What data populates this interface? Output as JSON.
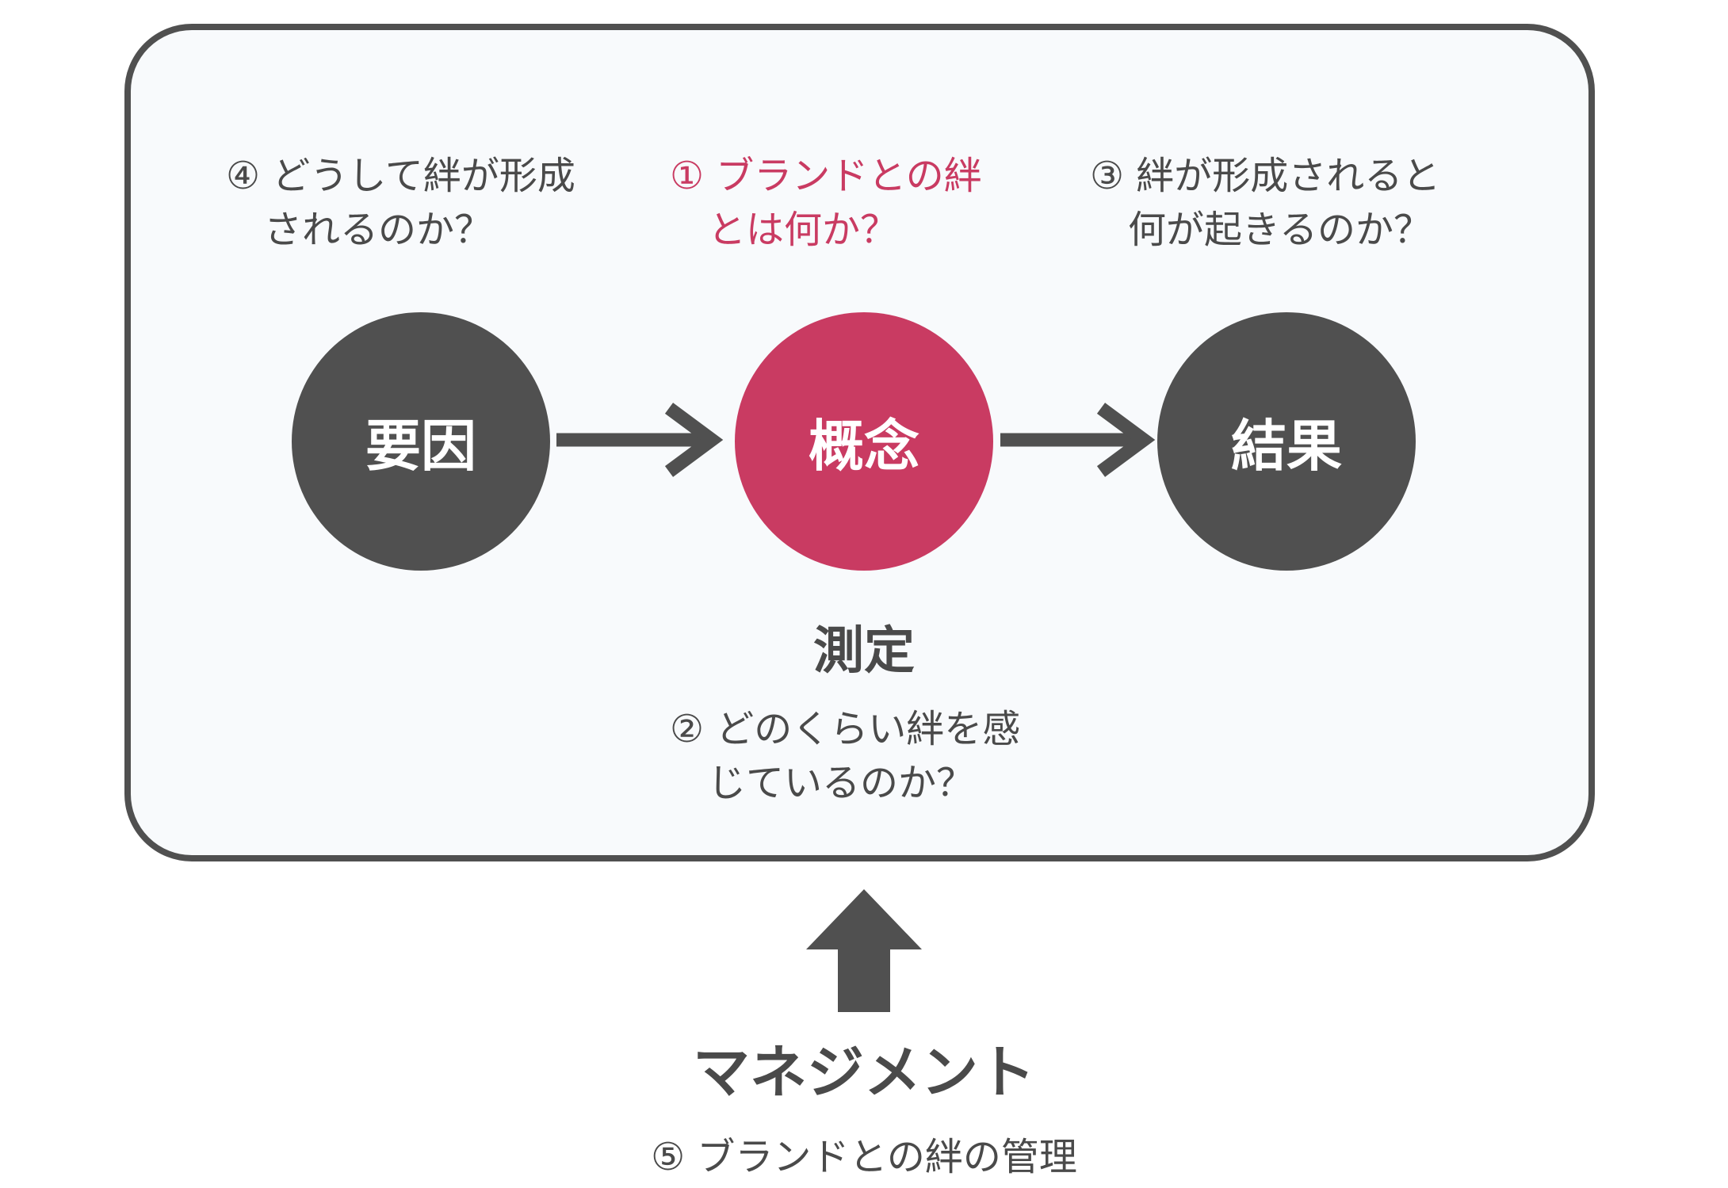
{
  "questions": {
    "q4": "④ どうして絆が形成\n　されるのか？",
    "q1": "① ブランドとの絆\n　とは何か？",
    "q3": "③ 絆が形成されると\n　何が起きるのか？",
    "q2": "② どのくらい絆を感\n　じているのか？"
  },
  "nodes": {
    "cause": "要因",
    "concept": "概念",
    "result": "結果"
  },
  "measurement": "測定",
  "management": "マネジメント",
  "management_note": "⑤ ブランドとの絆の管理",
  "colors": {
    "accent": "#c93b62",
    "dark": "#505050",
    "panel": "#f8fafc"
  }
}
